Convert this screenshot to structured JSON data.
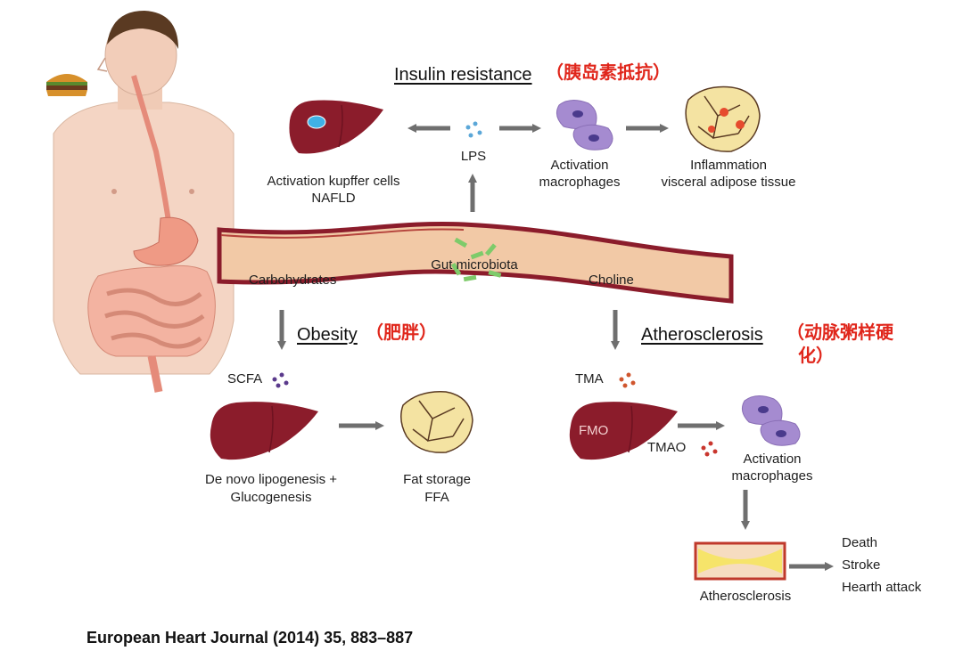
{
  "headings": {
    "insulin": "Insulin resistance",
    "insulin_cn": "（胰岛素抵抗）",
    "obesity": "Obesity",
    "obesity_cn": "（肥胖）",
    "athero": "Atherosclerosis",
    "athero_cn_line1": "（动脉粥样硬",
    "athero_cn_line2": "化）"
  },
  "labels": {
    "kupffer_line1": "Activation kupffer cells",
    "kupffer_line2": "NAFLD",
    "lps": "LPS",
    "macrophages_top_line1": "Activation",
    "macrophages_top_line2": "macrophages",
    "inflammation_line1": "Inflammation",
    "inflammation_line2": "visceral adipose tissue",
    "carbohydrates": "Carbohydrates",
    "gut_microbiota": "Gut microbiota",
    "choline": "Choline",
    "scfa": "SCFA",
    "lipogenesis_line1": "De novo lipogenesis +",
    "lipogenesis_line2": "Glucogenesis",
    "fat_line1": "Fat storage",
    "fat_line2": "FFA",
    "tma": "TMA",
    "fmo": "FMO",
    "tmao": "TMAO",
    "macrophages_bottom_line1": "Activation",
    "macrophages_bottom_line2": "macrophages",
    "atherosclerosis_vessel": "Atherosclerosis",
    "outcome_1": "Death",
    "outcome_2": "Stroke",
    "outcome_3": "Hearth attack"
  },
  "citation": "European Heart Journal (2014) 35, 883–887",
  "colors": {
    "liver": "#8b1c2b",
    "arrow": "#6f6f6f",
    "macrophage": "#a58bd0",
    "gut_band": "#f2c9a6",
    "chinese_text": "#e0261b"
  }
}
